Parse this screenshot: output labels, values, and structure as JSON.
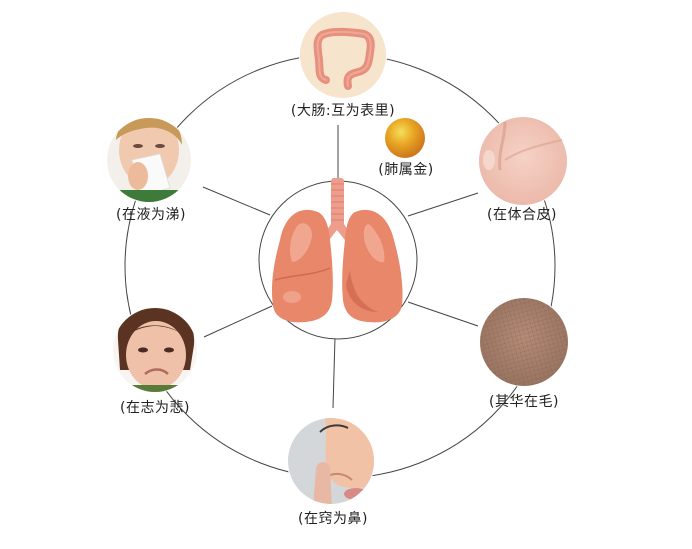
{
  "diagram": {
    "center": {
      "name": "lungs",
      "icon": "lungs-icon"
    },
    "element": {
      "label": "(肺属金)",
      "icon": "gold-ball-icon"
    },
    "nodes": [
      {
        "id": "large-intestine",
        "label": "(大肠:互为表里)",
        "icon": "large-intestine-icon"
      },
      {
        "id": "fluid",
        "label": "(在液为涕)",
        "icon": "child-blowing-nose-icon"
      },
      {
        "id": "body",
        "label": "(在体合皮)",
        "icon": "smooth-skin-icon"
      },
      {
        "id": "emotion",
        "label": "(在志为悲)",
        "icon": "crying-child-icon"
      },
      {
        "id": "flourish",
        "label": "(其华在毛)",
        "icon": "skin-texture-icon"
      },
      {
        "id": "orifice",
        "label": "(在窍为鼻)",
        "icon": "nose-icon"
      }
    ]
  },
  "colors": {
    "line": "#444444",
    "lung_main": "#E8876A",
    "lung_highlight": "#F2AE98",
    "lung_shadow": "#D06A52",
    "trachea": "#EE9C8C",
    "intestine_bg": "#F6E4CC",
    "intestine": "#E8907E",
    "gold": "#E0A21E"
  }
}
